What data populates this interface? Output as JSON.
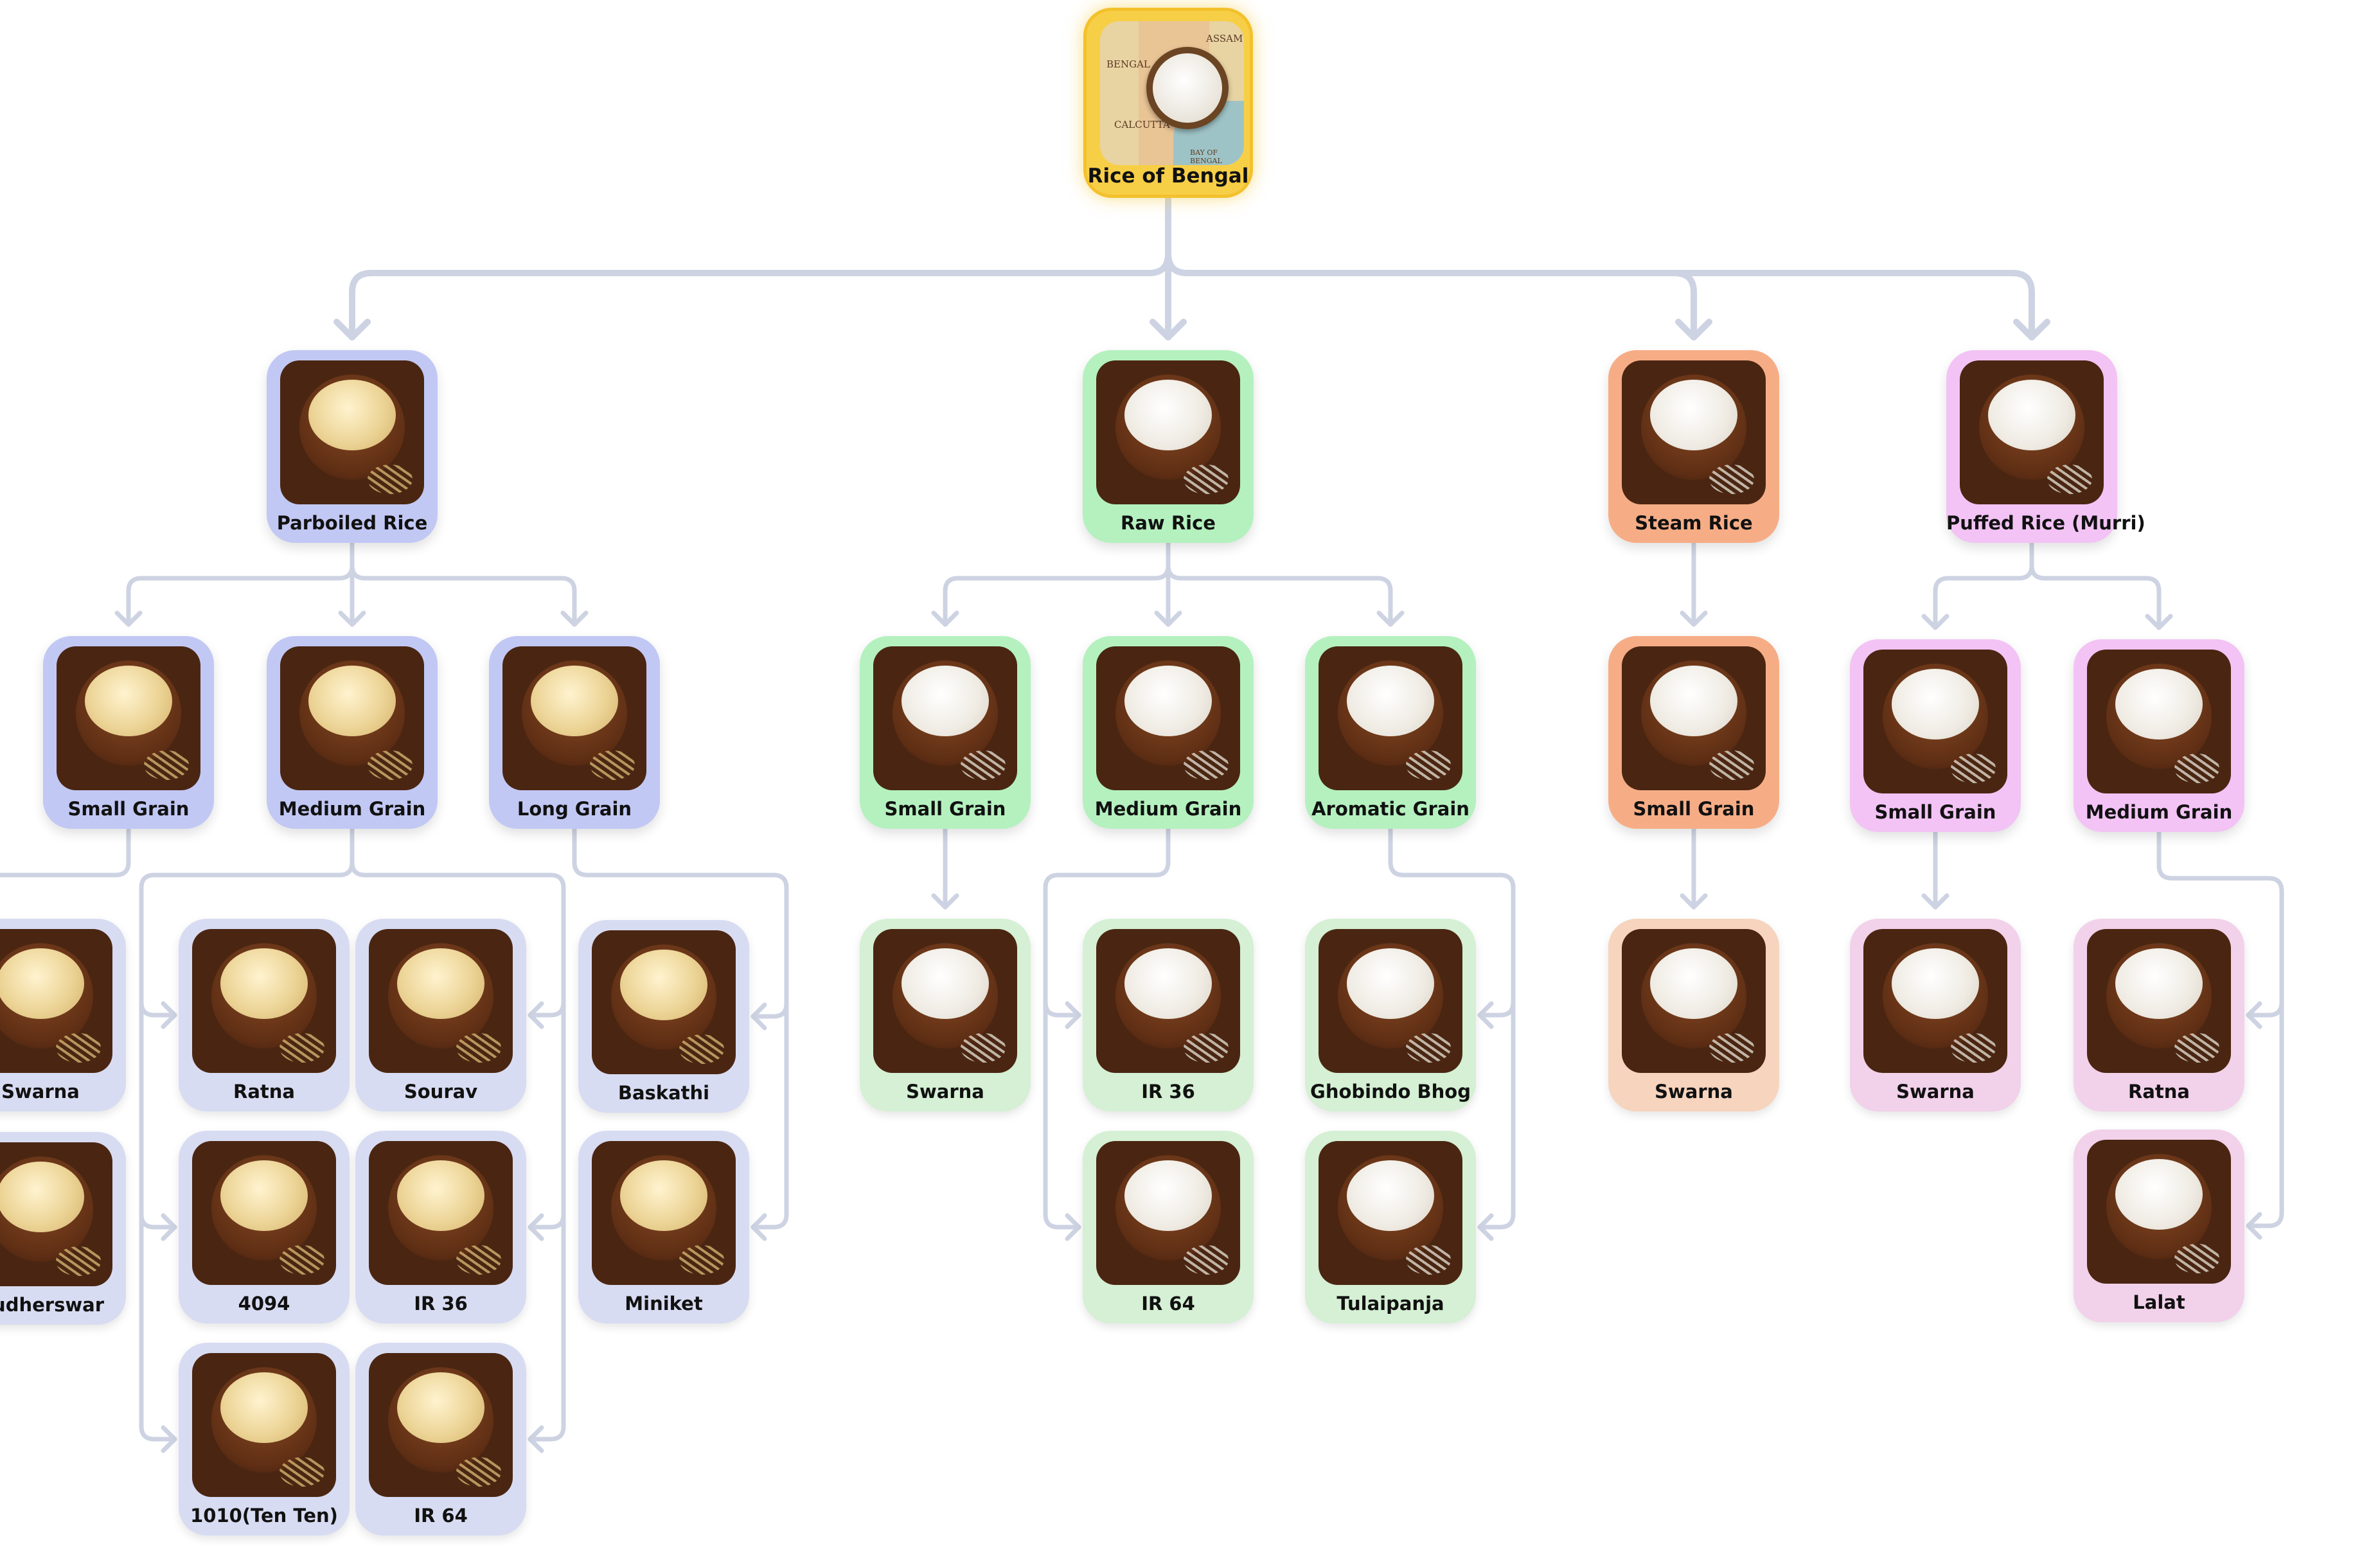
{
  "title": "Rice of Bengal",
  "map_words": {
    "bengal": "BENGAL",
    "assam": "ASSAM",
    "calcutta": "CALCUTTA",
    "bay": "BAY OF BENGAL"
  },
  "colors": {
    "edge": "#cdd3e2",
    "root": "#f7cf47",
    "parboiled_category": "#c2c8f4",
    "parboiled_leaf": "#d8dcf2",
    "raw_category": "#b4f1bf",
    "raw_leaf": "#d5f0d4",
    "steam_category": "#f6ad86",
    "steam_leaf": "#f6d4bd",
    "puffed_category": "#f3c3f5",
    "puffed_leaf": "#f2d1ea"
  },
  "icons": {
    "node_image": "rice-bowl-icon",
    "root_image": "bengal-map-rice-icon"
  },
  "tree": {
    "label": "Rice of Bengal",
    "children": [
      {
        "label": "Parboiled Rice",
        "children": [
          {
            "label": "Small Grain",
            "children": [
              {
                "label": "Swarna"
              },
              {
                "label": "Dudherswar"
              }
            ]
          },
          {
            "label": "Medium Grain",
            "children": [
              {
                "label": "Ratna"
              },
              {
                "label": "Sourav"
              },
              {
                "label": "4094"
              },
              {
                "label": "IR 36"
              },
              {
                "label": "1010(Ten Ten)"
              },
              {
                "label": "IR 64"
              }
            ]
          },
          {
            "label": "Long Grain",
            "children": [
              {
                "label": "Baskathi"
              },
              {
                "label": "Miniket"
              }
            ]
          }
        ]
      },
      {
        "label": "Raw Rice",
        "children": [
          {
            "label": "Small Grain",
            "children": [
              {
                "label": "Swarna"
              }
            ]
          },
          {
            "label": "Medium Grain",
            "children": [
              {
                "label": "IR 36"
              },
              {
                "label": "IR 64"
              }
            ]
          },
          {
            "label": "Aromatic Grain",
            "children": [
              {
                "label": "Ghobindo Bhog"
              },
              {
                "label": "Tulaipanja"
              }
            ]
          }
        ]
      },
      {
        "label": "Steam Rice",
        "children": [
          {
            "label": "Small Grain",
            "children": [
              {
                "label": "Swarna"
              }
            ]
          }
        ]
      },
      {
        "label": "Puffed Rice (Murri)",
        "children": [
          {
            "label": "Small Grain",
            "children": [
              {
                "label": "Swarna"
              }
            ]
          },
          {
            "label": "Medium Grain",
            "children": [
              {
                "label": "Ratna"
              },
              {
                "label": "Lalat"
              }
            ]
          }
        ]
      }
    ]
  }
}
